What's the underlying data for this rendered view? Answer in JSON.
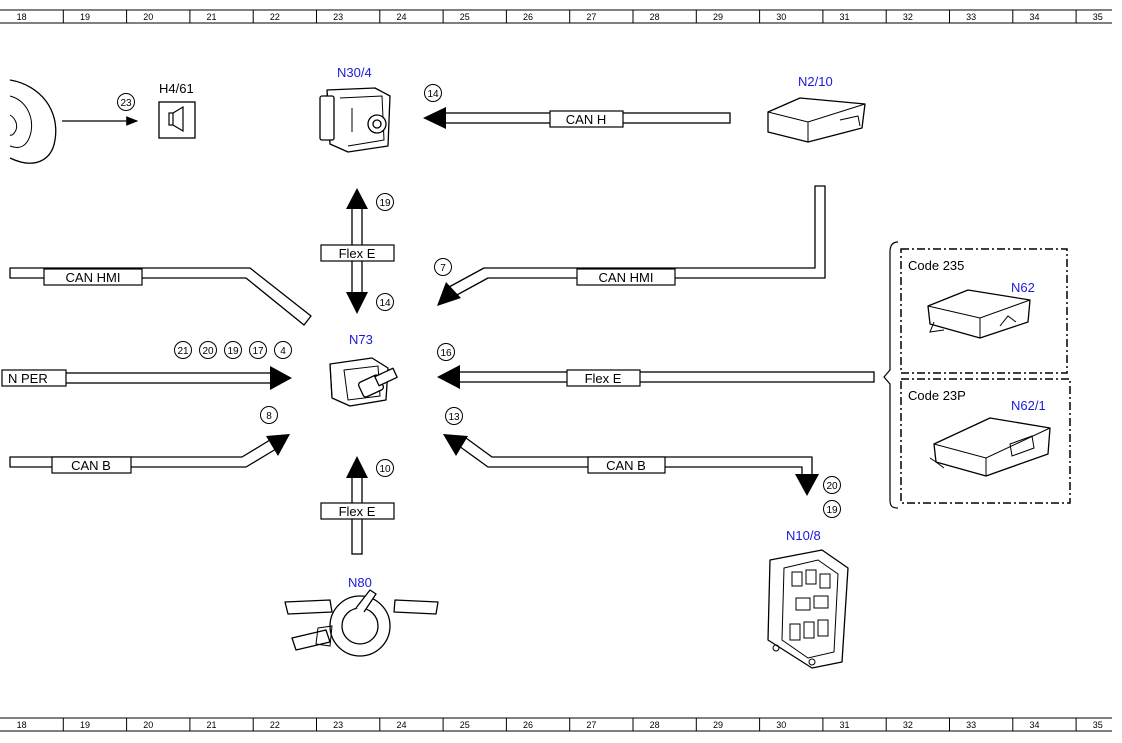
{
  "ruler": {
    "numbers": [
      "18",
      "19",
      "20",
      "21",
      "22",
      "23",
      "24",
      "25",
      "26",
      "27",
      "28",
      "29",
      "30",
      "31",
      "32",
      "33",
      "34",
      "35"
    ]
  },
  "components": {
    "h4_61": "H4/61",
    "n30_4": "N30/4",
    "n2_10": "N2/10",
    "n73": "N73",
    "n80": "N80",
    "n10_8": "N10/8",
    "n62": "N62",
    "n62_1": "N62/1"
  },
  "codes": {
    "code_235": "Code 235",
    "code_23p": "Code 23P"
  },
  "buses": {
    "can_h": "CAN H",
    "flex_e_top": "Flex E",
    "can_hmi_left": "CAN HMI",
    "can_hmi_right": "CAN HMI",
    "can_per": "N PER",
    "flex_e_right": "Flex E",
    "can_b_left": "CAN B",
    "can_b_right": "CAN B",
    "flex_e_bottom": "Flex E"
  },
  "refs": {
    "speaker": "23",
    "can_h": "14",
    "flex_up": "19",
    "flex_down": "14",
    "can_hmi": "7",
    "per_1": "21",
    "per_2": "20",
    "per_3": "19",
    "per_4": "17",
    "per_5": "4",
    "flex_right": "16",
    "can_b_left": "8",
    "can_b_right": "13",
    "flex_bottom": "10",
    "n10_a": "20",
    "n10_b": "19"
  },
  "colors": {
    "component_label": "#1a1adc",
    "line": "#000000"
  }
}
